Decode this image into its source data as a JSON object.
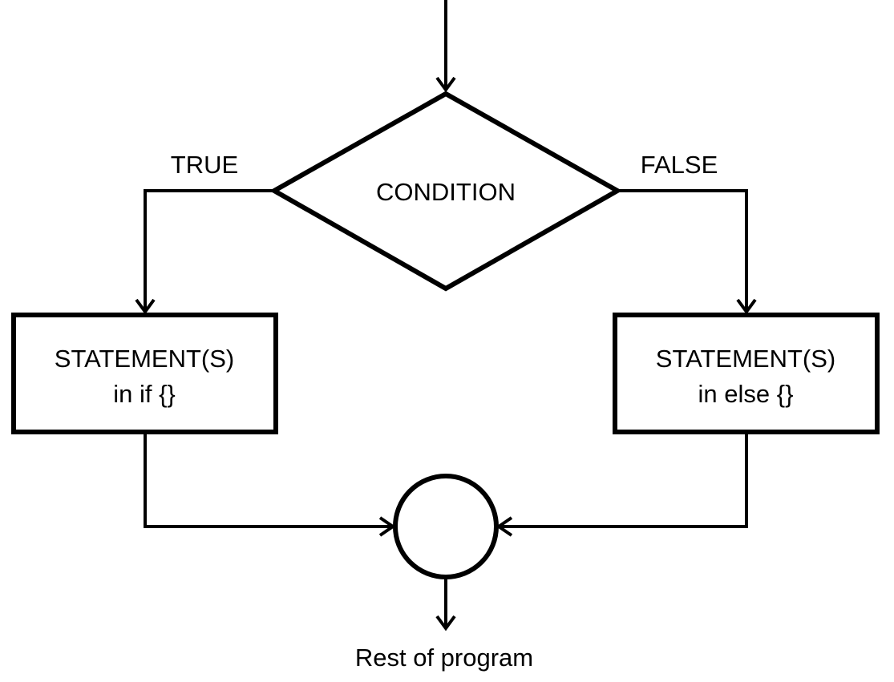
{
  "diagram": {
    "condition": "CONDITION",
    "true_label": "TRUE",
    "false_label": "FALSE",
    "if_box": {
      "line1": "STATEMENT(S)",
      "line2": "in if {}"
    },
    "else_box": {
      "line1": "STATEMENT(S)",
      "line2": "in else {}"
    },
    "exit_label": "Rest of program"
  }
}
